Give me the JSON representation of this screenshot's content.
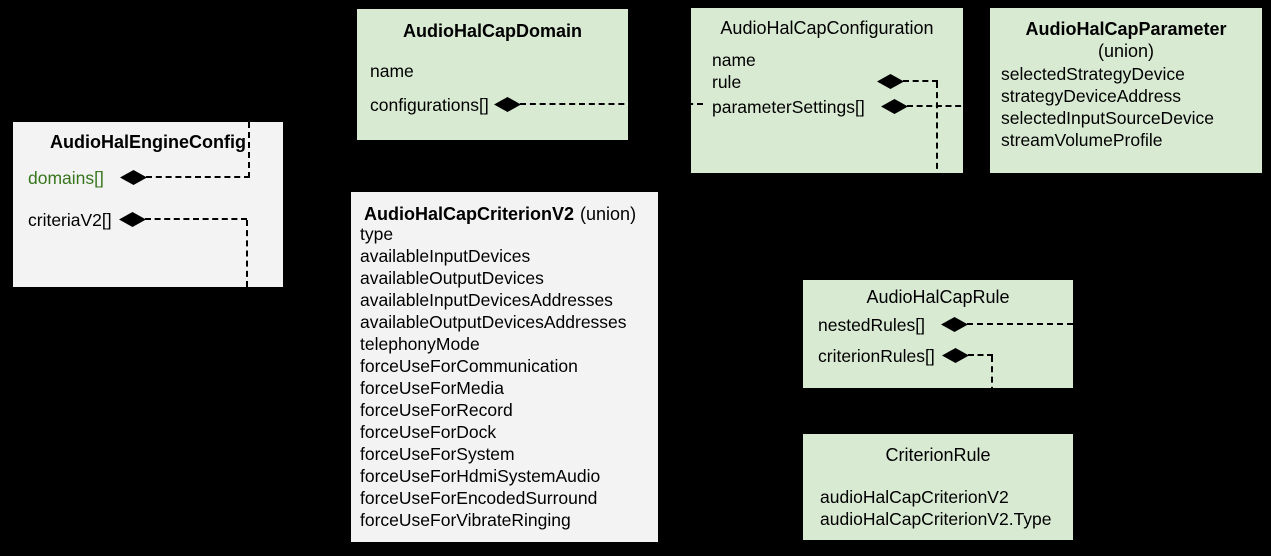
{
  "palette": {
    "background": "#000000",
    "green_box_fill": "#d9ead3",
    "gray_box_fill": "#f3f3f3",
    "text": "#000000",
    "green_field_text": "#38761d"
  },
  "boxes": [
    {
      "id": "engine",
      "title": "AudioHalEngineConfig",
      "fields": [
        "domains[]",
        "criteriaV2[]"
      ]
    },
    {
      "id": "domain",
      "title": "AudioHalCapDomain",
      "fields": [
        "name",
        "configurations[]"
      ]
    },
    {
      "id": "configuration",
      "title": "AudioHalCapConfiguration",
      "fields": [
        "name",
        "rule",
        "parameterSettings[]"
      ]
    },
    {
      "id": "parameter",
      "title": "AudioHalCapParameter",
      "subtitle": "(union)",
      "fields": [
        "selectedStrategyDevice",
        "strategyDeviceAddress",
        "selectedInputSourceDevice",
        "streamVolumeProfile"
      ]
    },
    {
      "id": "criterionV2",
      "title": "AudioHalCapCriterionV2",
      "title_suffix": "(union)",
      "fields": [
        "type",
        "availableInputDevices",
        "availableOutputDevices",
        "availableInputDevicesAddresses",
        "availableOutputDevicesAddresses",
        "telephonyMode",
        "forceUseForCommunication",
        "forceUseForMedia",
        "forceUseForRecord",
        "forceUseForDock",
        "forceUseForSystem",
        "forceUseForHdmiSystemAudio",
        "forceUseForEncodedSurround",
        "forceUseForVibrateRinging"
      ]
    },
    {
      "id": "rule",
      "title": "AudioHalCapRule",
      "fields": [
        "nestedRules[]",
        "criterionRules[]"
      ]
    },
    {
      "id": "criterion_rule",
      "title": "CriterionRule",
      "fields": [
        "audioHalCapCriterionV2",
        "audioHalCapCriterionV2.Type"
      ]
    }
  ],
  "connectors": [
    {
      "from": "AudioHalEngineConfig.domains[]",
      "to": "AudioHalCapDomain",
      "kind": "composition"
    },
    {
      "from": "AudioHalEngineConfig.criteriaV2[]",
      "to": "AudioHalCapCriterionV2",
      "kind": "composition"
    },
    {
      "from": "AudioHalCapDomain.configurations[]",
      "to": "AudioHalCapConfiguration",
      "kind": "composition"
    },
    {
      "from": "AudioHalCapConfiguration.rule",
      "to": "AudioHalCapRule",
      "kind": "composition"
    },
    {
      "from": "AudioHalCapConfiguration.parameterSettings[]",
      "to": "AudioHalCapParameter",
      "kind": "composition"
    },
    {
      "from": "AudioHalCapRule.nestedRules[]",
      "to": "AudioHalCapRule",
      "kind": "composition"
    },
    {
      "from": "AudioHalCapRule.criterionRules[]",
      "to": "CriterionRule",
      "kind": "composition"
    }
  ]
}
